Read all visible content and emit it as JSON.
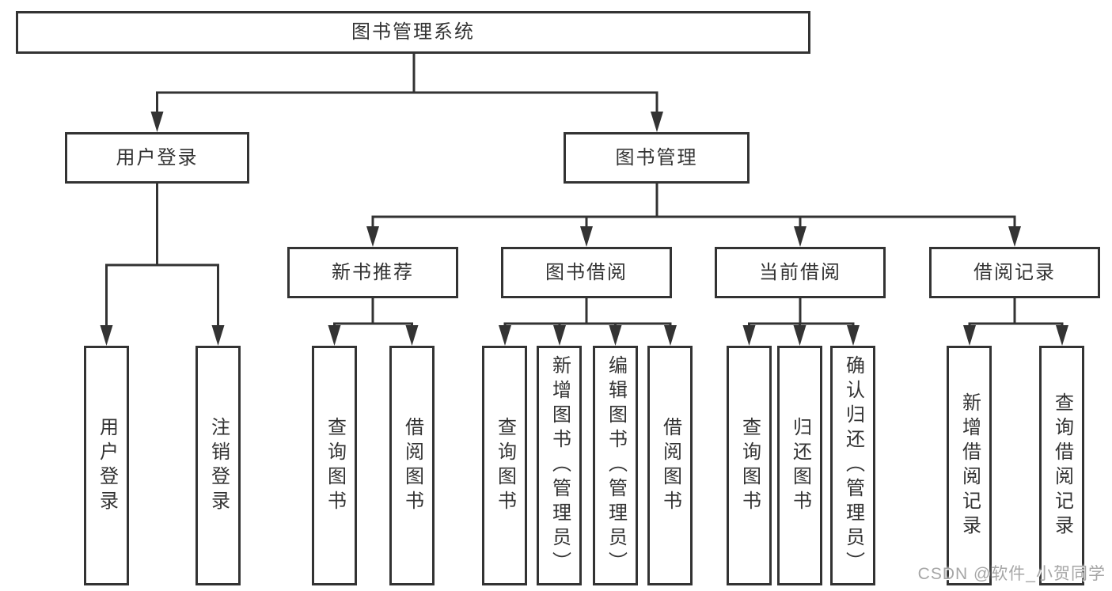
{
  "diagram_type": "hierarchy-tree",
  "root": {
    "label": "图书管理系统",
    "children": [
      {
        "label": "用户登录",
        "children": [
          {
            "label": "用户登录"
          },
          {
            "label": "注销登录"
          }
        ]
      },
      {
        "label": "图书管理",
        "children": [
          {
            "label": "新书推荐",
            "children": [
              {
                "label": "查询图书"
              },
              {
                "label": "借阅图书"
              }
            ]
          },
          {
            "label": "图书借阅",
            "children": [
              {
                "label": "查询图书"
              },
              {
                "label": "新增图书（管理员）"
              },
              {
                "label": "编辑图书（管理员）"
              },
              {
                "label": "借阅图书"
              }
            ]
          },
          {
            "label": "当前借阅",
            "children": [
              {
                "label": "查询图书"
              },
              {
                "label": "归还图书"
              },
              {
                "label": "确认归还（管理员）"
              }
            ]
          },
          {
            "label": "借阅记录",
            "children": [
              {
                "label": "新增借阅记录"
              },
              {
                "label": "查询借阅记录"
              }
            ]
          }
        ]
      }
    ]
  },
  "watermark": {
    "text": "CSDN @软件_小贺同学"
  },
  "colors": {
    "line": "#333333",
    "box_border": "#333333",
    "text": "#333333",
    "background": "#ffffff",
    "watermark": "#a6a6a6"
  }
}
